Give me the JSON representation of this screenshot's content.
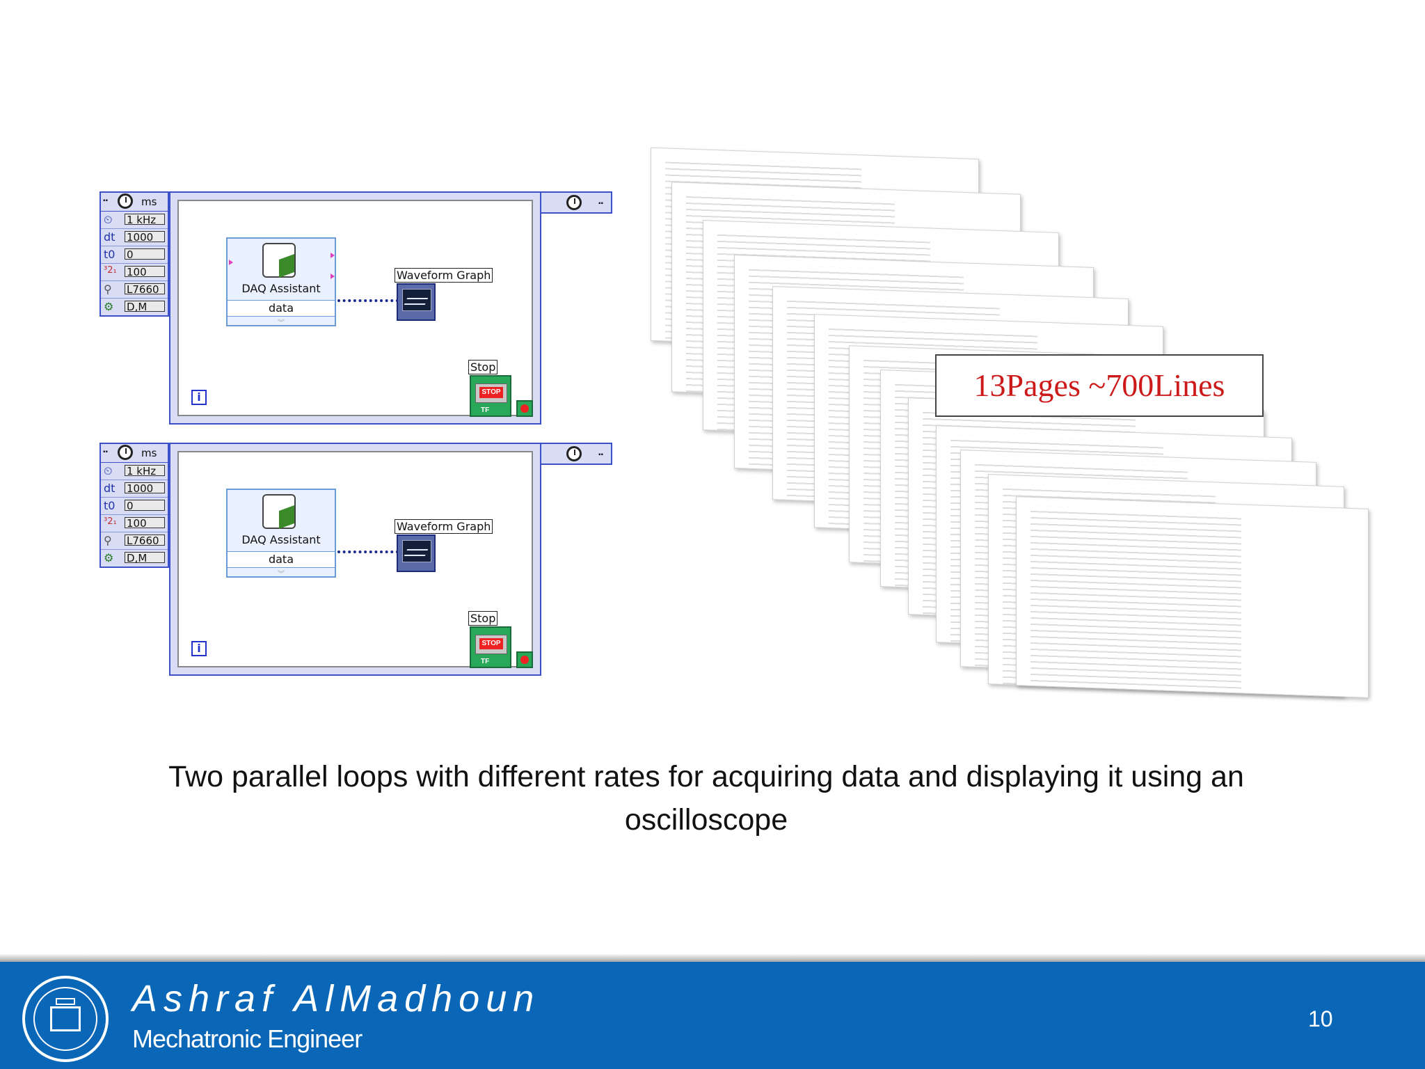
{
  "loops": [
    {
      "side_header": "ms",
      "params": [
        {
          "icon": "source-icon",
          "label": "",
          "value": "1 kHz"
        },
        {
          "icon": "dt-icon",
          "label": "dt",
          "value": "1000"
        },
        {
          "icon": "t0-icon",
          "label": "t0",
          "value": "0"
        },
        {
          "icon": "priority-icon",
          "label": "",
          "value": "100"
        },
        {
          "icon": "processor-icon",
          "label": "",
          "value": "L7660"
        },
        {
          "icon": "mode-icon",
          "label": "",
          "value": "D,M"
        }
      ],
      "daq_title": "DAQ Assistant",
      "daq_terminal": "data",
      "graph_label": "Waveform Graph",
      "stop_label": "Stop",
      "stop_button_text": "STOP",
      "stop_tf": "TF",
      "iteration": "i"
    },
    {
      "side_header": "ms",
      "params": [
        {
          "icon": "source-icon",
          "label": "",
          "value": "1 kHz"
        },
        {
          "icon": "dt-icon",
          "label": "dt",
          "value": "1000"
        },
        {
          "icon": "t0-icon",
          "label": "t0",
          "value": "0"
        },
        {
          "icon": "priority-icon",
          "label": "",
          "value": "100"
        },
        {
          "icon": "processor-icon",
          "label": "",
          "value": "L7660"
        },
        {
          "icon": "mode-icon",
          "label": "",
          "value": "D,M"
        }
      ],
      "daq_title": "DAQ Assistant",
      "daq_terminal": "data",
      "graph_label": "Waveform Graph",
      "stop_label": "Stop",
      "stop_button_text": "STOP",
      "stop_tf": "TF",
      "iteration": "i"
    }
  ],
  "code_pages": {
    "callout": "13Pages ~700Lines",
    "callout_color": "#cc1a1a"
  },
  "caption": "Two parallel loops with different rates for acquiring data and displaying it using an oscilloscope",
  "footer": {
    "author": "Ashraf AlMadhoun",
    "role": "Mechatronic Engineer",
    "page_number": "10",
    "logo_icon": "university-seal-icon",
    "bar_color": "#0a67b8"
  }
}
